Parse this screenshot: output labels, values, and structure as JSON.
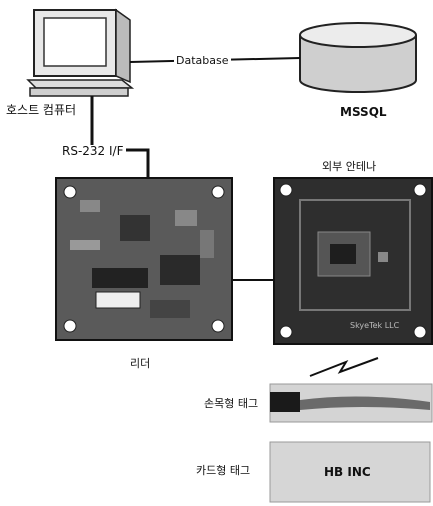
{
  "labels": {
    "host": "호스트 컴퓨터",
    "database": "Database",
    "mssql": "MSSQL",
    "rs232": "RS-232 I/F",
    "antenna": "외부 안테나",
    "reader": "리더",
    "wrist_tag": "손목형 태그",
    "card_tag": "카드형 태그",
    "card_text": "HB INC",
    "antenna_text": "SkyeTek LLC"
  }
}
